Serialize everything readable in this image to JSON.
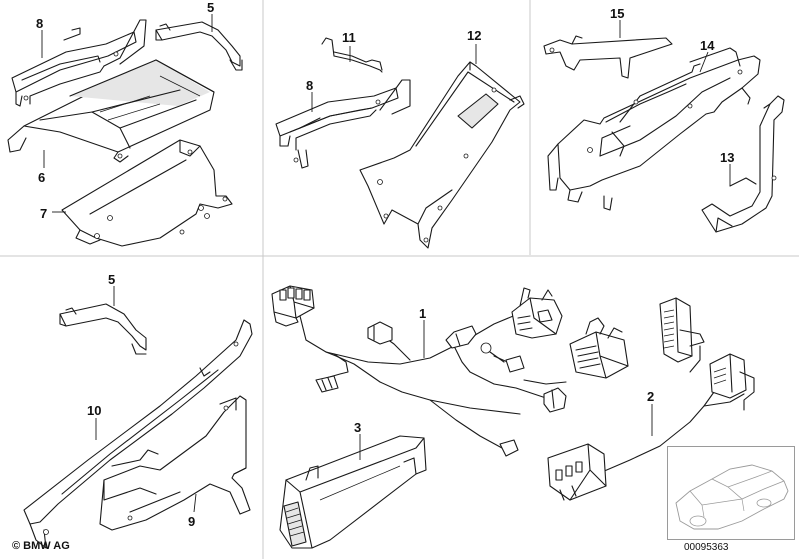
{
  "brand": "© BMW AG",
  "document_number": "00095363",
  "callouts": [
    "8",
    "5",
    "6",
    "7",
    "11",
    "12",
    "8",
    "15",
    "14",
    "13",
    "5",
    "10",
    "9",
    "1",
    "3",
    "2"
  ]
}
